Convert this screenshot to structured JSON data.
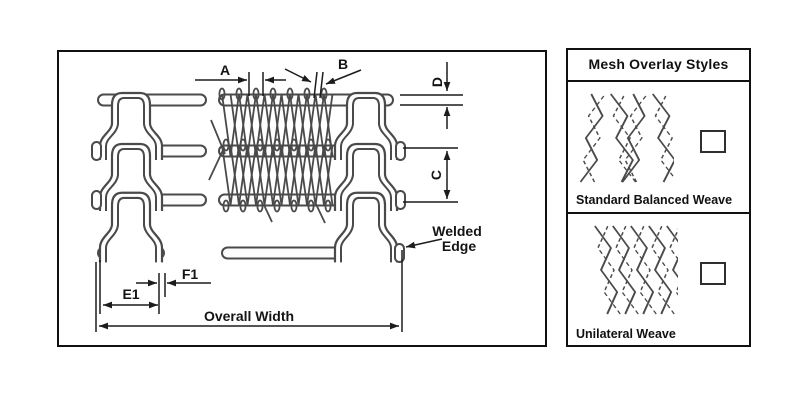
{
  "main_diagram": {
    "description": "welded-edge wire mesh belt drawing",
    "labels": {
      "a": "A",
      "b": "B",
      "c": "C",
      "d": "D",
      "e1": "E1",
      "f1": "F1",
      "overall_width": "Overall Width",
      "welded_edge_line1": "Welded",
      "welded_edge_line2": "Edge"
    }
  },
  "side_panel": {
    "title": "Mesh Overlay Styles",
    "styles": [
      {
        "label": "Standard Balanced Weave",
        "checkbox_checked": false
      },
      {
        "label": "Unilateral Weave",
        "checkbox_checked": false
      }
    ]
  },
  "colors": {
    "background": "#ffffff",
    "line_art": "#4a4a4a",
    "dimension_lines": "#1c1c1c",
    "text": "#141414",
    "border": "#111111"
  }
}
